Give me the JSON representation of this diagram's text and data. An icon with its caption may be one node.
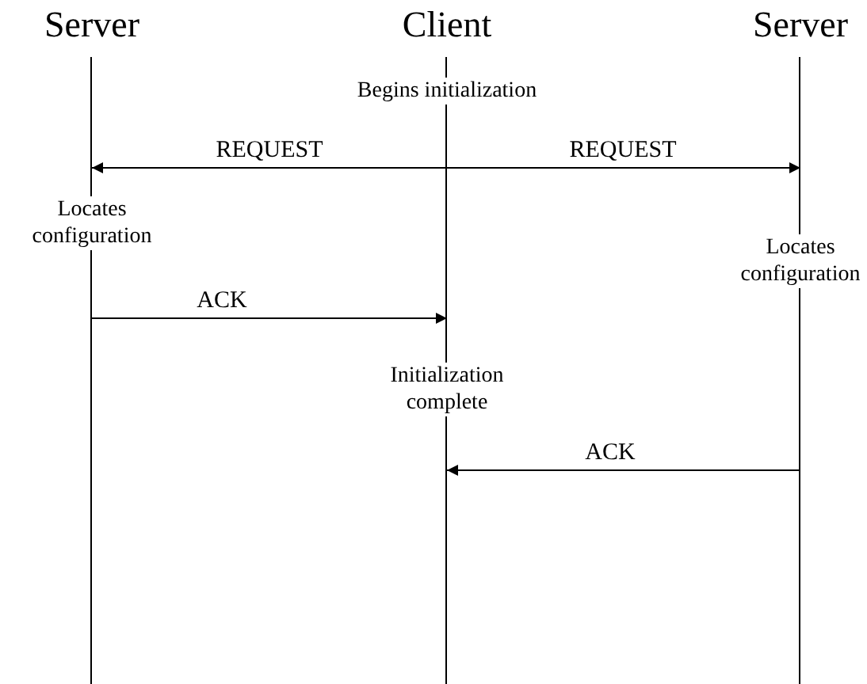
{
  "diagram": {
    "nodes": [
      {
        "text": [
          "Server"
        ]
      },
      {
        "text": [
          "Client"
        ]
      },
      {
        "text": [
          "Server"
        ]
      }
    ],
    "edges": [
      {
        "from": 1,
        "to": 0,
        "arrow": "to",
        "label": "REQUEST"
      },
      {
        "from": 1,
        "to": 2,
        "arrow": "to",
        "label": "REQUEST"
      },
      {
        "from": 0,
        "to": 1,
        "arrow": "to",
        "label": "ACK"
      },
      {
        "from": 2,
        "to": 1,
        "arrow": "to",
        "label": "ACK"
      }
    ],
    "labels": [
      "Begins initialization",
      "Locates configuration",
      "Locates configuration",
      "Initialization complete"
    ]
  }
}
